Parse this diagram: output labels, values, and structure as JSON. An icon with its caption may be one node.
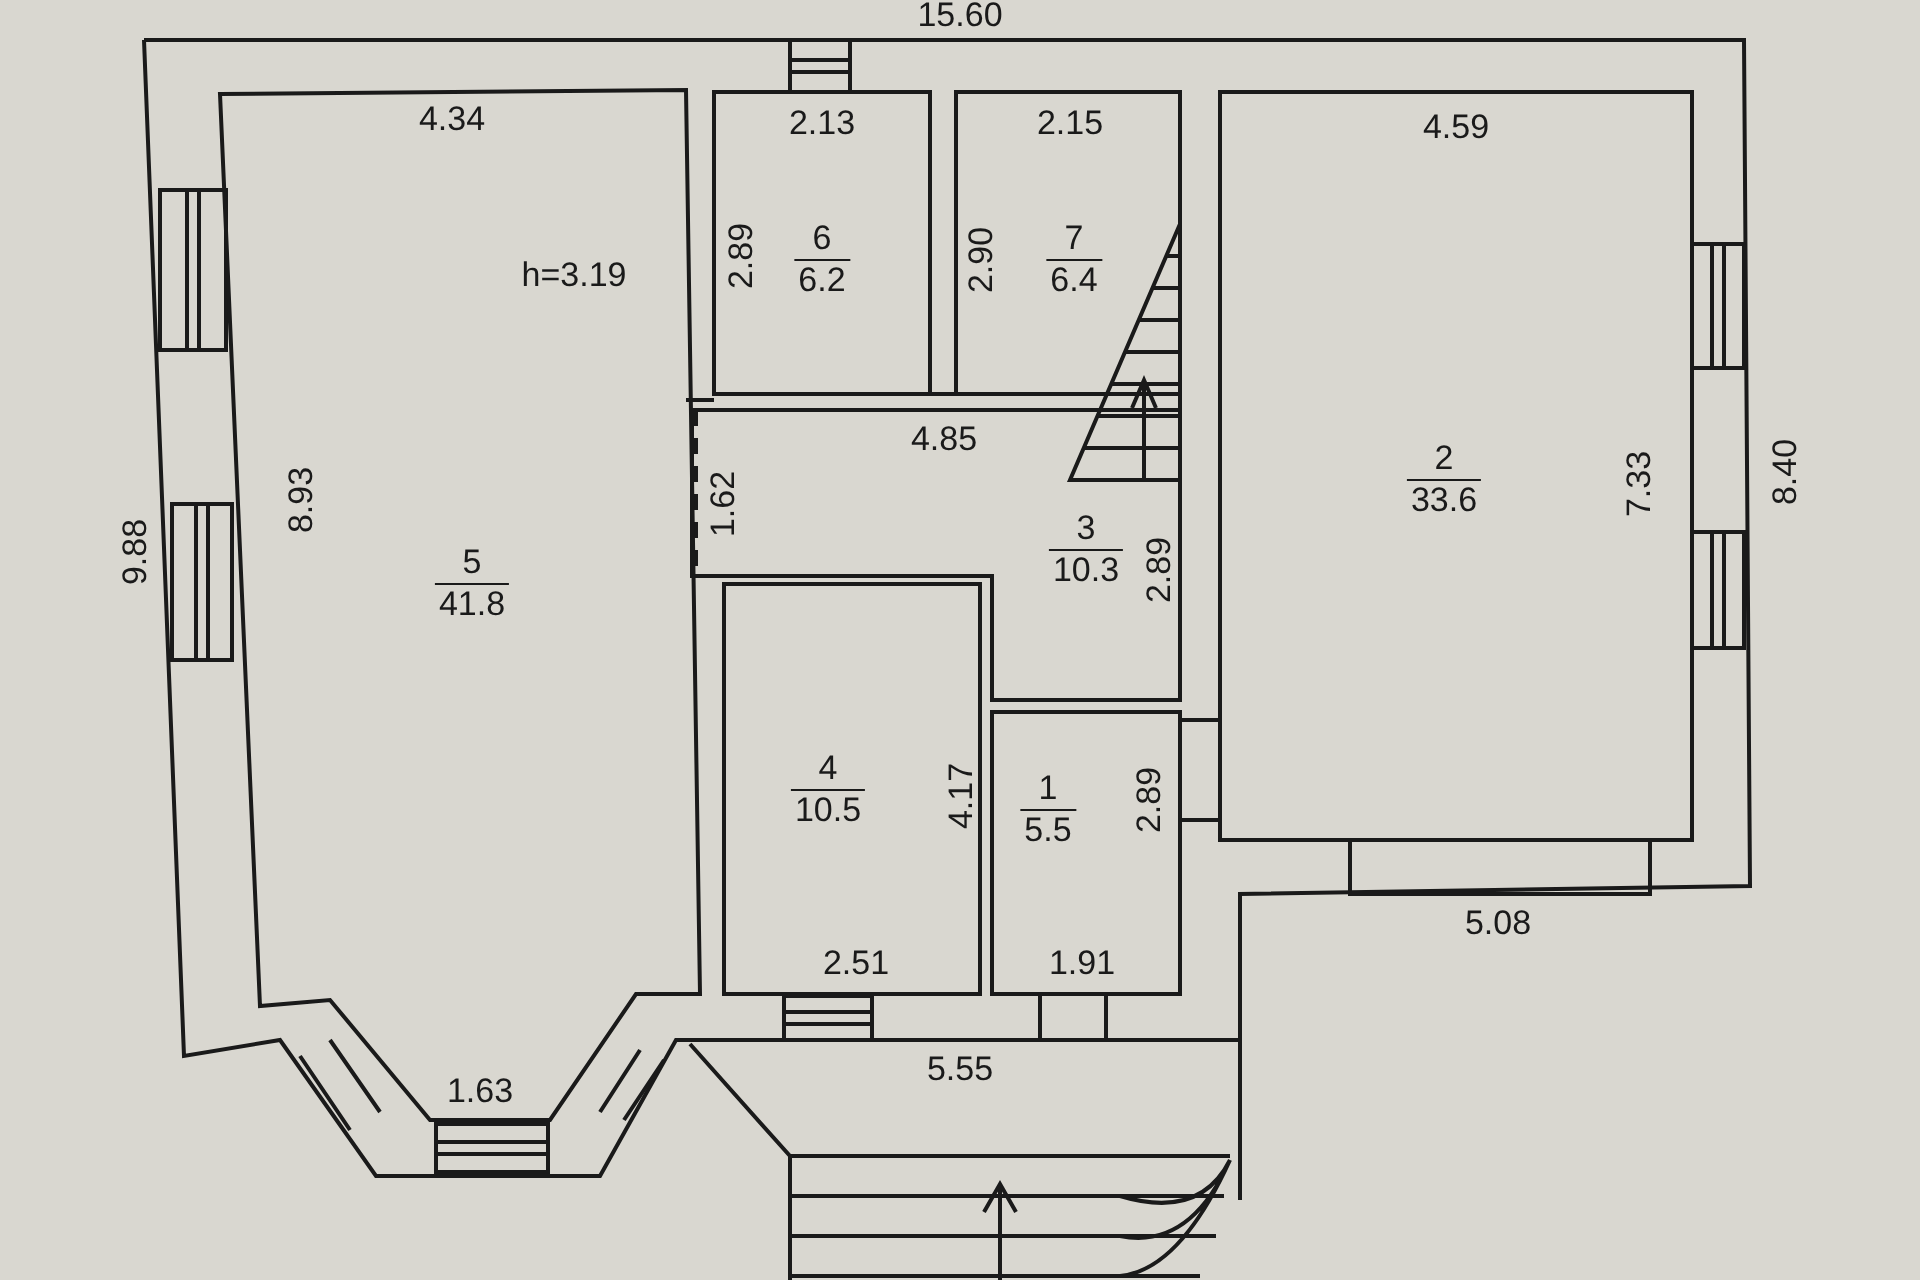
{
  "diagram": {
    "nodes": [
      {
        "text": [
          "5",
          "41.8"
        ]
      },
      {
        "text": [
          "6",
          "6.2"
        ]
      },
      {
        "text": [
          "7",
          "6.4"
        ]
      },
      {
        "text": [
          "2",
          "33.6"
        ]
      },
      {
        "text": [
          "3",
          "10.3"
        ]
      },
      {
        "text": [
          "4",
          "10.5"
        ]
      },
      {
        "text": [
          "1",
          "5.5"
        ]
      }
    ],
    "labels": [
      "15.60",
      "4.34",
      "2.13",
      "2.15",
      "4.59",
      "h=3.19",
      "2.89",
      "2.90",
      "4.85",
      "9.88",
      "8.93",
      "1.62",
      "2.89",
      "7.33",
      "8.40",
      "4.17",
      "2.89",
      "2.51",
      "1.91",
      "5.08",
      "5.55",
      "1.63"
    ]
  }
}
